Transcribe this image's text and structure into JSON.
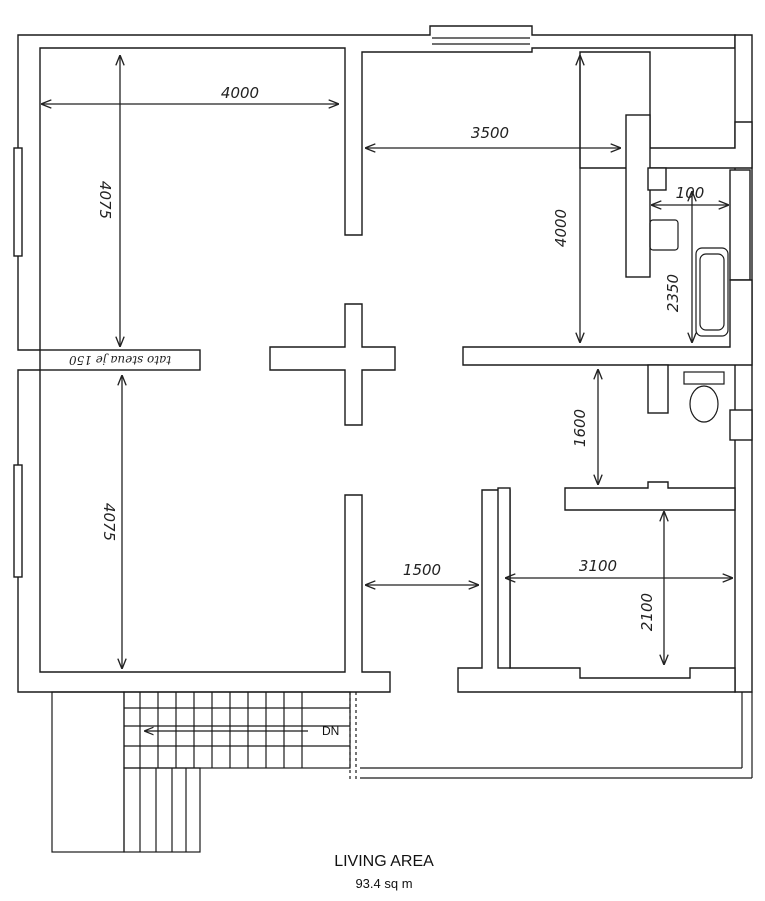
{
  "plan": {
    "title": "LIVING AREA",
    "area": "93.4 sq m",
    "stair_label": "DN",
    "note": "tato steua je 150"
  },
  "dimensions": {
    "d_4000_top": "4000",
    "d_4075_upper": "4075",
    "d_3500": "3500",
    "d_4000_right": "4000",
    "d_100": "100",
    "d_2350": "2350",
    "d_1600": "1600",
    "d_4075_lower": "4075",
    "d_1500": "1500",
    "d_3100": "3100",
    "d_2100": "2100"
  }
}
